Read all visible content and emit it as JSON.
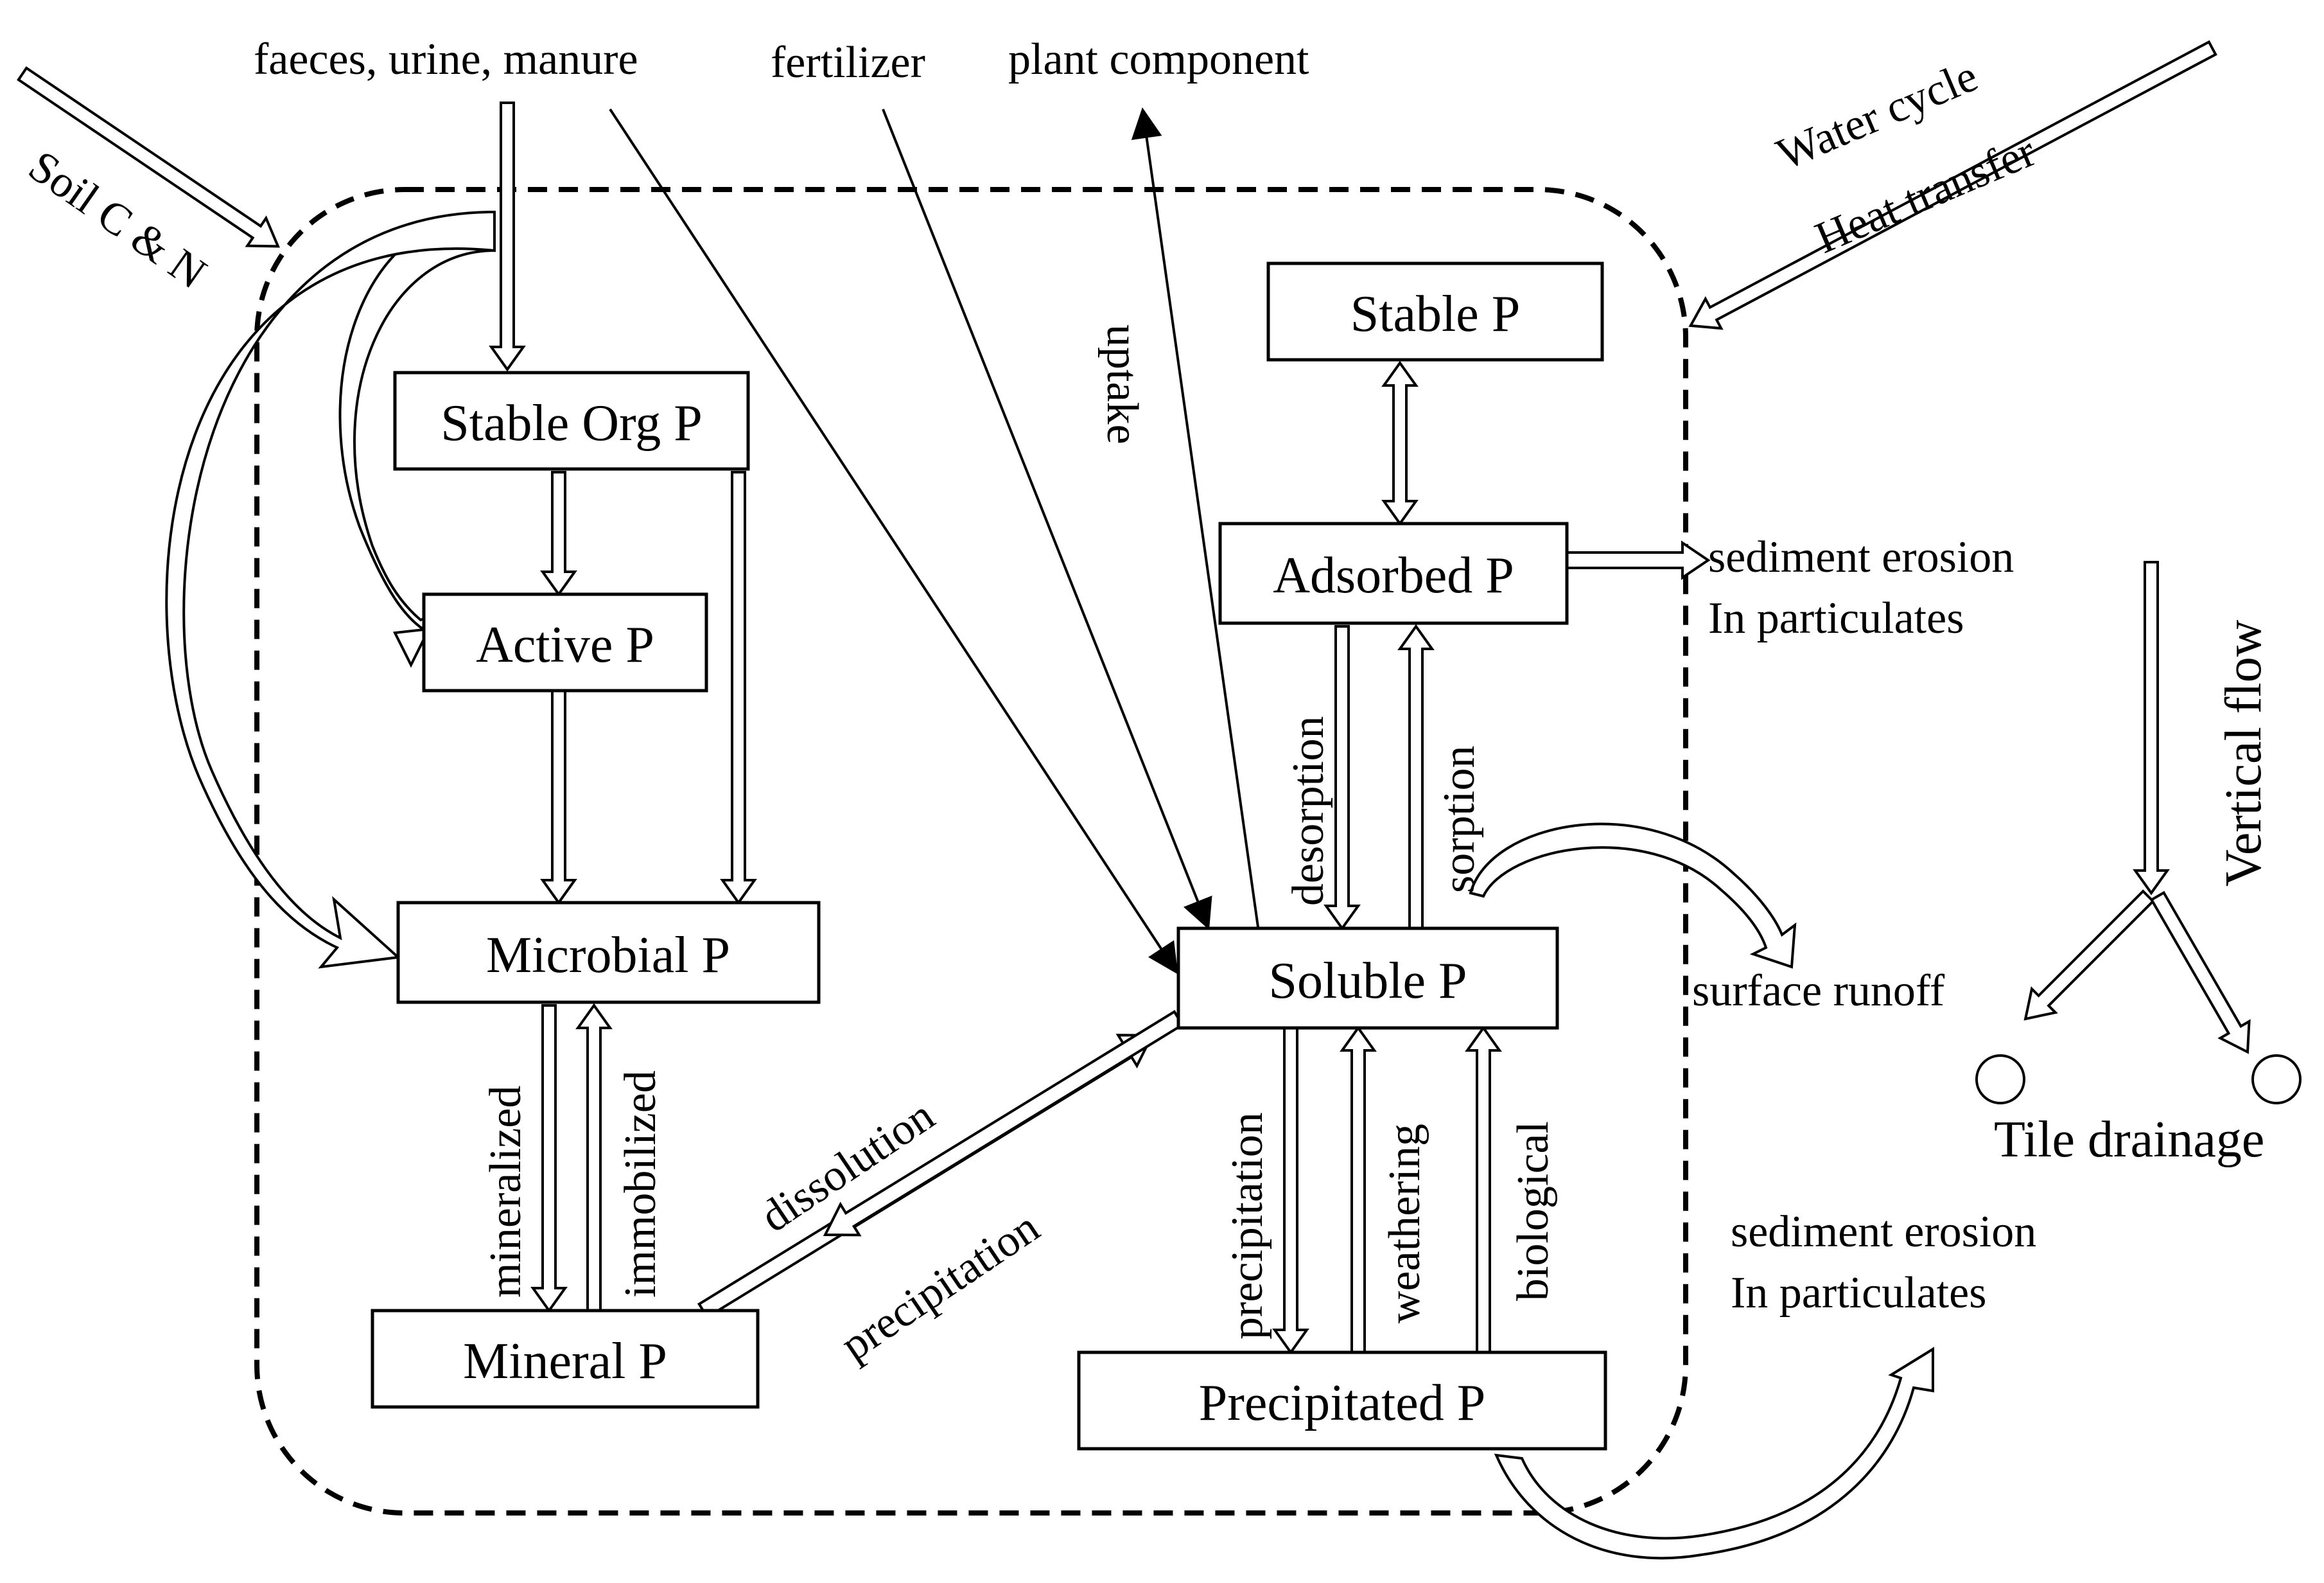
{
  "boxes": {
    "stable_org_p": "Stable Org P",
    "active_p": "Active P",
    "microbial_p": "Microbial P",
    "mineral_p": "Mineral P",
    "stable_p": "Stable P",
    "adsorbed_p": "Adsorbed P",
    "soluble_p": "Soluble P",
    "precipitated_p": "Precipitated P"
  },
  "inputs": {
    "faeces": "faeces, urine, manure",
    "fertilizer": "fertilizer",
    "plant_component": "plant component",
    "soil_cn": "Soil C & N",
    "water_cycle": "Water cycle",
    "heat_transfer": "Heat transfer"
  },
  "processes": {
    "uptake": "uptake",
    "mineralized": "mineralized",
    "immobilized": "immobilized",
    "dissolution": "dissolution",
    "precipitation_diag": "precipitation",
    "desorption": "desorption",
    "sorption": "sorption",
    "precipitation_vert": "precipitation",
    "weathering": "weathering",
    "biological": "biological"
  },
  "outputs": {
    "sediment_erosion_1": "sediment erosion",
    "in_particulates_1": "In particulates",
    "surface_runoff": "surface runoff",
    "sediment_erosion_2": "sediment erosion",
    "in_particulates_2": "In particulates",
    "vertical_flow": "Vertical flow",
    "tile_drainage": "Tile drainage"
  }
}
